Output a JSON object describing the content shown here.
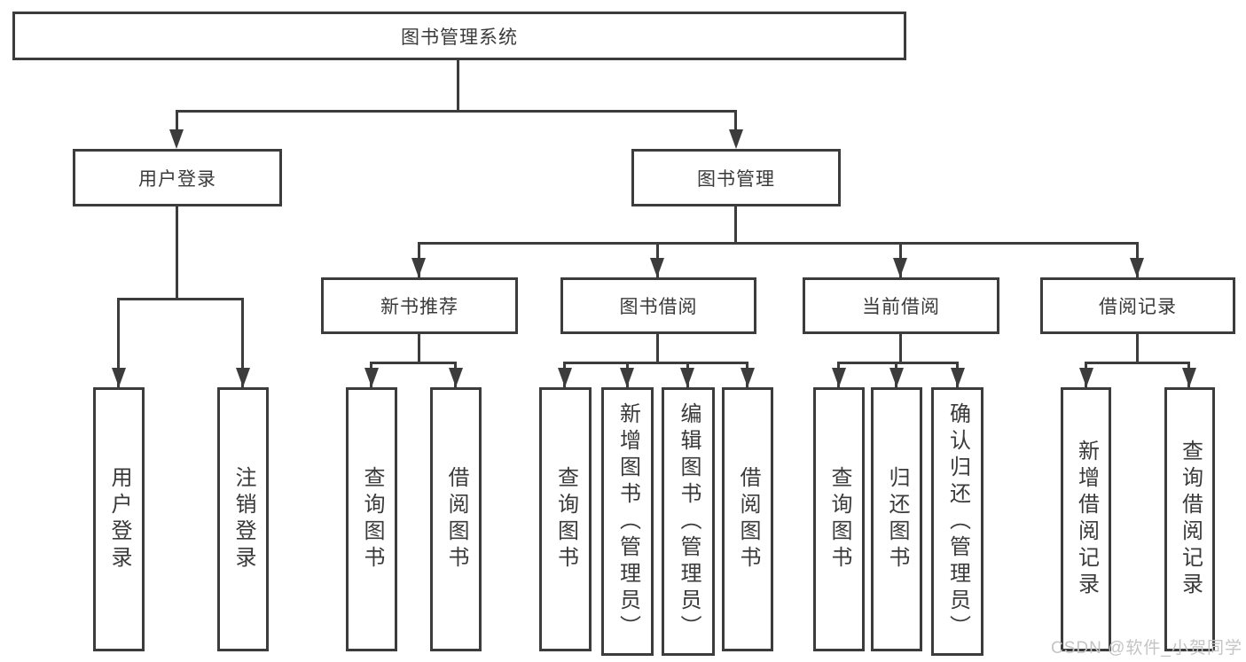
{
  "title": "图书管理系统",
  "nodes": {
    "root": "图书管理系统",
    "user_login": "用户登录",
    "book_mgmt": "图书管理",
    "new_book_rec": "新书推荐",
    "book_borrow": "图书借阅",
    "current_borrow": "当前借阅",
    "borrow_record": "借阅记录",
    "leaves_user_login": [
      "用户登录",
      "注销登录"
    ],
    "leaves_new_book": [
      "查询图书",
      "借阅图书"
    ],
    "leaves_book_borrow": [
      "查询图书",
      "新增图书（管理员）",
      "编辑图书（管理员）",
      "借阅图书"
    ],
    "leaves_current_borrow": [
      "查询图书",
      "归还图书",
      "确认归还（管理员）"
    ],
    "leaves_borrow_record": [
      "新增借阅记录",
      "查询借阅记录"
    ]
  },
  "watermark": "CSDN @软件_小贺同学",
  "colors": {
    "line": "#3c3c3c",
    "text": "#3a3a3a",
    "box_fill": "#ffffff",
    "background": "#ffffff",
    "watermark": "#c4c4c4"
  }
}
